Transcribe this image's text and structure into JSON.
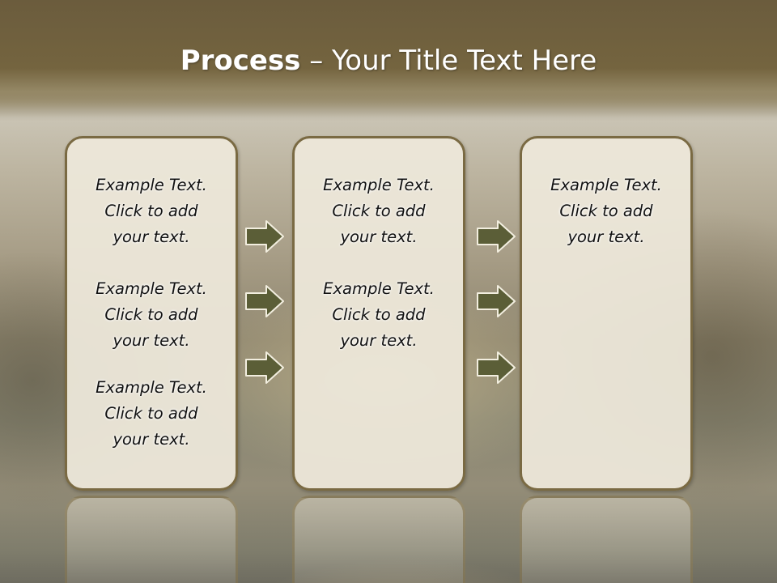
{
  "slide": {
    "title_bold": "Process",
    "title_rest": " – Your Title Text Here"
  },
  "columns": [
    {
      "blocks": [
        {
          "line1": "Example Text.",
          "line2": "Click  to add",
          "line3": "your text."
        },
        {
          "line1": "Example Text.",
          "line2": "Click  to add",
          "line3": "your text."
        },
        {
          "line1": "Example Text.",
          "line2": "Click  to add",
          "line3": "your text."
        }
      ]
    },
    {
      "blocks": [
        {
          "line1": "Example Text.",
          "line2": "Click  to add",
          "line3": "your text."
        },
        {
          "line1": "Example Text.",
          "line2": "Click  to add",
          "line3": "your text."
        }
      ]
    },
    {
      "blocks": [
        {
          "line1": "Example Text.",
          "line2": "Click  to add",
          "line3": "your text."
        }
      ]
    }
  ],
  "arrow_color": "#5b5e37",
  "arrow_outline": "#f2eedf",
  "box_border_color": "#7a6a43",
  "arrow_icon": "right-arrow-icon"
}
